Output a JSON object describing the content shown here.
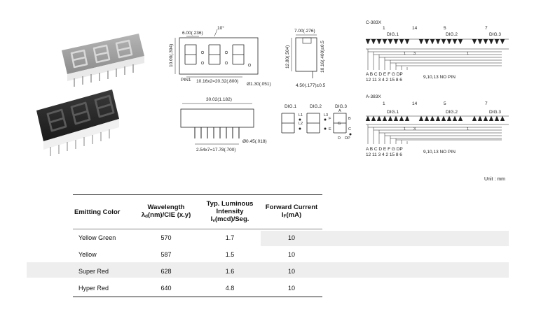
{
  "dimensions": {
    "top_width": "6.00(.236)",
    "angle": "10°",
    "height": "10.00(.394)",
    "pitch": "10.16x2=20.32(.800)",
    "pin1": "PIN1",
    "dot_dia": "Ø1.30(.051)",
    "side_width": "7.00(.276)",
    "side_height": "12.80(.504)",
    "side_total": "10.16(.400)±0.5",
    "side_lead": "4.50(.177)±0.5",
    "bottom_width": "30.02(1.182)",
    "lead_pitch": "2.54x7=17.78(.700)",
    "lead_dia": "Ø0.45(.018)"
  },
  "segment_diagram": {
    "digits": [
      "DIG.1",
      "DIG.2",
      "DIG.3"
    ],
    "labels": [
      "L1",
      "L2",
      "L3",
      "A",
      "B",
      "C",
      "D",
      "E",
      "F",
      "G",
      "DP"
    ]
  },
  "schematics": [
    {
      "model": "C-383X",
      "top_pins": [
        "1",
        "14",
        "5",
        "7"
      ],
      "digits": [
        "DIG.1",
        "DIG.2",
        "DIG.3"
      ],
      "seg_letters": "A B C D E F G DP",
      "pin_numbers": "12 11 3 4 2 15 8 6",
      "no_pin": "9,10,13 NO PIN",
      "mid_pins": [
        "1",
        "3",
        "1"
      ]
    },
    {
      "model": "A-383X",
      "top_pins": [
        "1",
        "14",
        "5",
        "7"
      ],
      "digits": [
        "DIG.1",
        "DIG.2",
        "DIG.3"
      ],
      "seg_letters": "A B C D E F G DP",
      "pin_numbers": "12 11 3 4 2 15 8 6",
      "no_pin": "9,10,13 NO PIN",
      "mid_pins": [
        "1",
        "3",
        "1"
      ]
    }
  ],
  "unit": "Unit : mm",
  "table": {
    "headers": {
      "color": "Emitting Color",
      "wavelength_l1": "Wavelength",
      "wavelength_l2_pre": "λ",
      "wavelength_l2_sub": "d",
      "wavelength_l2_post": "(nm)/CIE (x.y)",
      "intensity_l1": "Typ. Luminous",
      "intensity_l2": "Intensity",
      "intensity_l3_pre": "I",
      "intensity_l3_sub": "v",
      "intensity_l3_post": "(mcd)/Seg.",
      "current_l1": "Forward Current",
      "current_l2_pre": "I",
      "current_l2_sub": "F",
      "current_l2_post": "(mA)"
    },
    "rows": [
      {
        "color": "Yellow Green",
        "wavelength": "570",
        "intensity": "1.7",
        "current": "10"
      },
      {
        "color": "Yellow",
        "wavelength": "587",
        "intensity": "1.5",
        "current": "10"
      },
      {
        "color": "Super Red",
        "wavelength": "628",
        "intensity": "1.6",
        "current": "10"
      },
      {
        "color": "Hyper Red",
        "wavelength": "640",
        "intensity": "4.8",
        "current": "10"
      }
    ]
  },
  "colors": {
    "row_band": "#eeeeee",
    "display_grey": "#9a9a9a",
    "display_black": "#2a2a2a"
  }
}
